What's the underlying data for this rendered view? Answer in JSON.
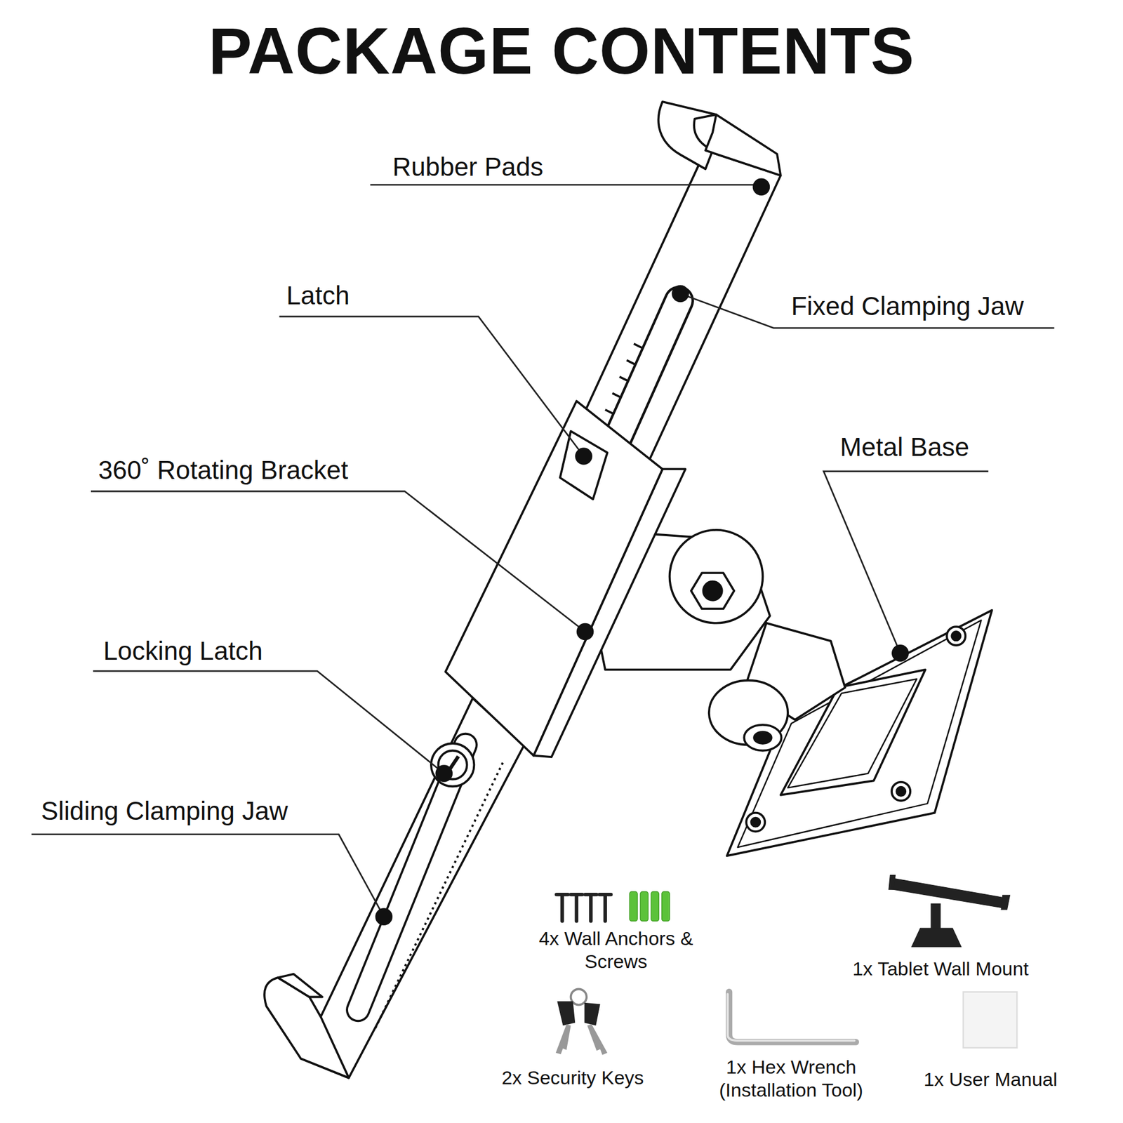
{
  "diagram": {
    "title": "PACKAGE CONTENTS",
    "labels": [
      "Rubber Pads",
      "Latch",
      "Fixed Clamping Jaw",
      "Metal Base",
      "360˚ Rotating Bracket",
      "Locking Latch",
      "Sliding Clamping Jaw",
      "4x Wall Anchors & Screws",
      "1x Tablet Wall Mount",
      "2x Security Keys",
      "1x Hex Wrench (Installation Tool)",
      "1x User Manual"
    ]
  }
}
